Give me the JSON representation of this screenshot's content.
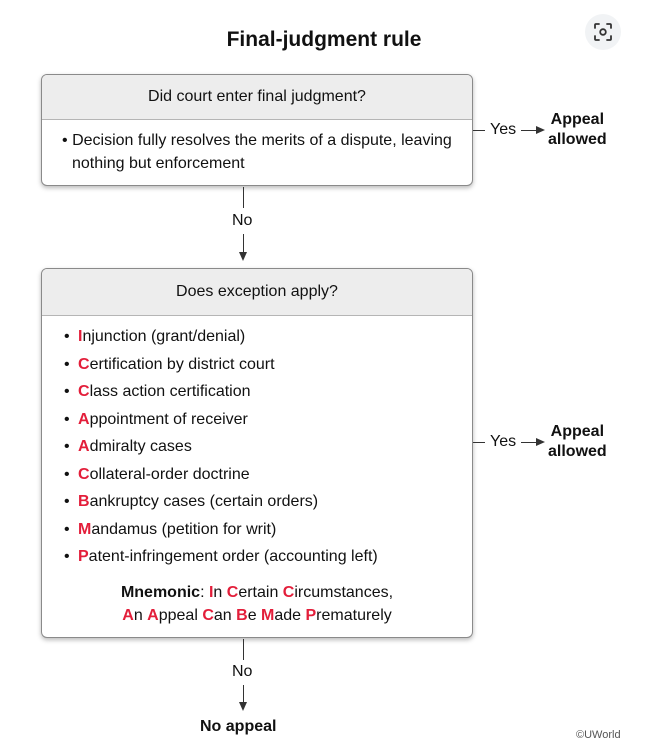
{
  "title": "Final-judgment rule",
  "icons": {
    "lens": "lens-search-icon"
  },
  "box1": {
    "question": "Did court enter final judgment?",
    "bullet": "•",
    "text": "Decision fully resolves the merits of a dispute, leaving nothing but enforcement"
  },
  "yes_label": "Yes",
  "no_label": "No",
  "appeal_allowed_line1": "Appeal",
  "appeal_allowed_line2": "allowed",
  "box2": {
    "question": "Does exception apply?",
    "exceptions": [
      {
        "letter": "I",
        "rest": "njunction (grant/denial)"
      },
      {
        "letter": "C",
        "rest": "ertification by district court"
      },
      {
        "letter": "C",
        "rest": "lass action certification"
      },
      {
        "letter": "A",
        "rest": "ppointment of receiver"
      },
      {
        "letter": "A",
        "rest": "dmiralty cases"
      },
      {
        "letter": "C",
        "rest": "ollateral-order doctrine"
      },
      {
        "letter": "B",
        "rest": "ankruptcy cases (certain orders)"
      },
      {
        "letter": "M",
        "rest": "andamus (petition for writ)"
      },
      {
        "letter": "P",
        "rest": "atent-infringement order (accounting left)"
      }
    ],
    "mnemonic_label": "Mnemonic",
    "mnemonic_line1": [
      {
        "letter": "I",
        "rest": "n "
      },
      {
        "letter": "C",
        "rest": "ertain "
      },
      {
        "letter": "C",
        "rest": "ircumstances,"
      }
    ],
    "mnemonic_line2": [
      {
        "letter": "A",
        "rest": "n "
      },
      {
        "letter": "A",
        "rest": "ppeal "
      },
      {
        "letter": "C",
        "rest": "an "
      },
      {
        "letter": "B",
        "rest": "e "
      },
      {
        "letter": "M",
        "rest": "ade "
      },
      {
        "letter": "P",
        "rest": "rematurely"
      }
    ]
  },
  "no_appeal": "No appeal",
  "watermark": "©UWorld",
  "colors": {
    "accent": "#e31e3a"
  }
}
